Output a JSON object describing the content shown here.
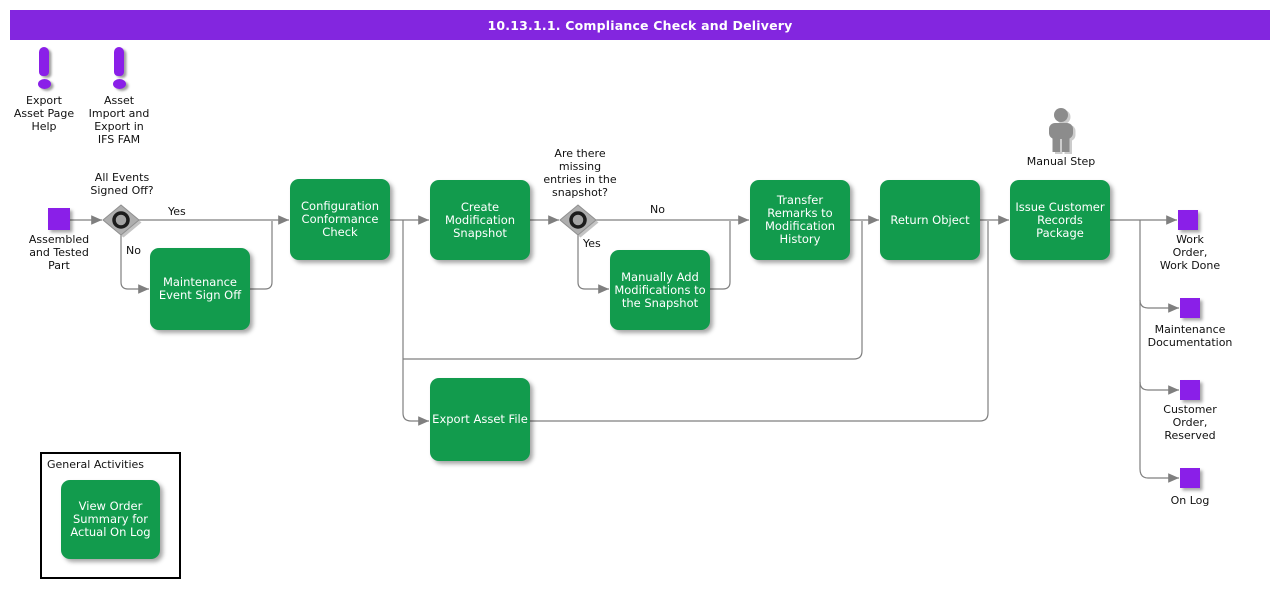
{
  "title": "10.13.1.1. Compliance Check and Delivery",
  "help_icons": [
    {
      "label": "Export\nAsset Page\nHelp"
    },
    {
      "label": "Asset\nImport and\nExport in\nIFS FAM"
    }
  ],
  "start_node": {
    "label": "Assembled\nand Tested\nPart"
  },
  "decisions": [
    {
      "question": "All Events\nSigned Off?",
      "yes_label": "Yes",
      "no_label": "No"
    },
    {
      "question": "Are there\nmissing\nentries in the\nsnapshot?",
      "yes_label": "Yes",
      "no_label": "No"
    }
  ],
  "activities": {
    "maintenance_signoff": "Maintenance\nEvent Sign Off",
    "config_check": "Configuration\nConformance\nCheck",
    "create_snapshot": "Create\nModification\nSnapshot",
    "manually_add": "Manually Add\nModifications to\nthe Snapshot",
    "transfer_remarks": "Transfer\nRemarks to\nModification\nHistory",
    "return_object": "Return Object",
    "issue_package": "Issue Customer\nRecords\nPackage",
    "export_asset_file": "Export Asset File"
  },
  "manual_step_label": "Manual Step",
  "outputs": [
    {
      "label": "Work\nOrder,\nWork Done"
    },
    {
      "label": "Maintenance\nDocumentation"
    },
    {
      "label": "Customer\nOrder,\nReserved"
    },
    {
      "label": "On Log"
    }
  ],
  "general_activities": {
    "title": "General Activities",
    "item": "View Order\nSummary for\nActual On Log"
  },
  "colors": {
    "banner": "#8326df",
    "purple": "#8a1fe8",
    "green": "#129b4d",
    "line": "#7f7f7f",
    "diamond": "#aeaeae",
    "icon_gray": "#8c8c8c"
  }
}
